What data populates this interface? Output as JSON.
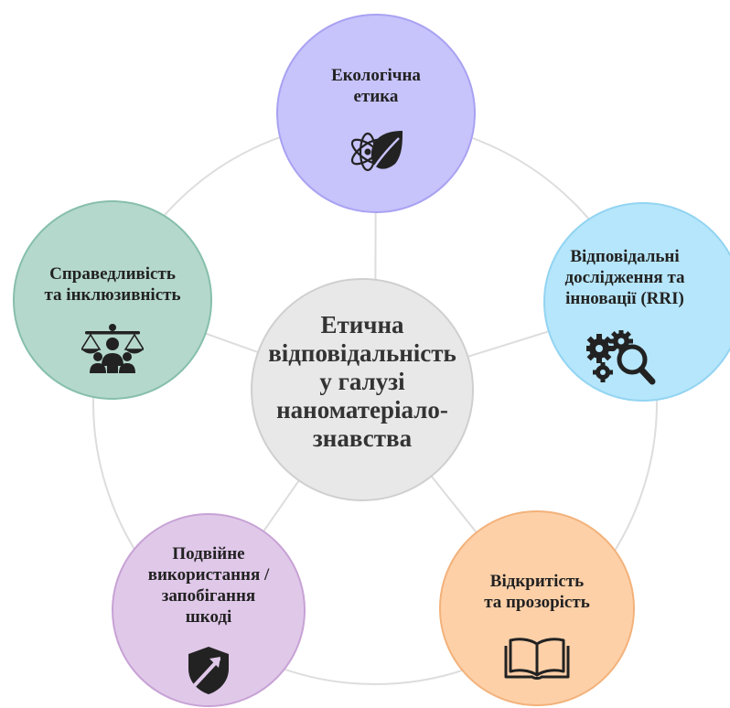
{
  "center": {
    "title": "Етична\nвідповідальність\nу галузі\nнаноматеріало-\nзнавства"
  },
  "nodes": [
    {
      "id": "eco",
      "label": "Екологічна\nетика",
      "icon": "atom-leaf-icon",
      "fill": "#c7c3fb"
    },
    {
      "id": "rri",
      "label": "Відповідальні\nдослідження та\nінновації (RRI)",
      "icon": "gears-magnifier-icon",
      "fill": "#b6e6fb"
    },
    {
      "id": "justice",
      "label": "Справедливість\nта інклюзивність",
      "icon": "scales-people-icon",
      "fill": "#b5d8cc"
    },
    {
      "id": "dual",
      "label": "Подвійне\nвикористання /\nзапобігання\nшкоді",
      "icon": "shield-arrow-icon",
      "fill": "#e0c8e9"
    },
    {
      "id": "open",
      "label": "Відкритість\nта прозорість",
      "icon": "open-book-icon",
      "fill": "#fdd0a8"
    }
  ],
  "colors": {
    "connector": "#dddddd",
    "text": "#222222",
    "icon": "#222222"
  }
}
